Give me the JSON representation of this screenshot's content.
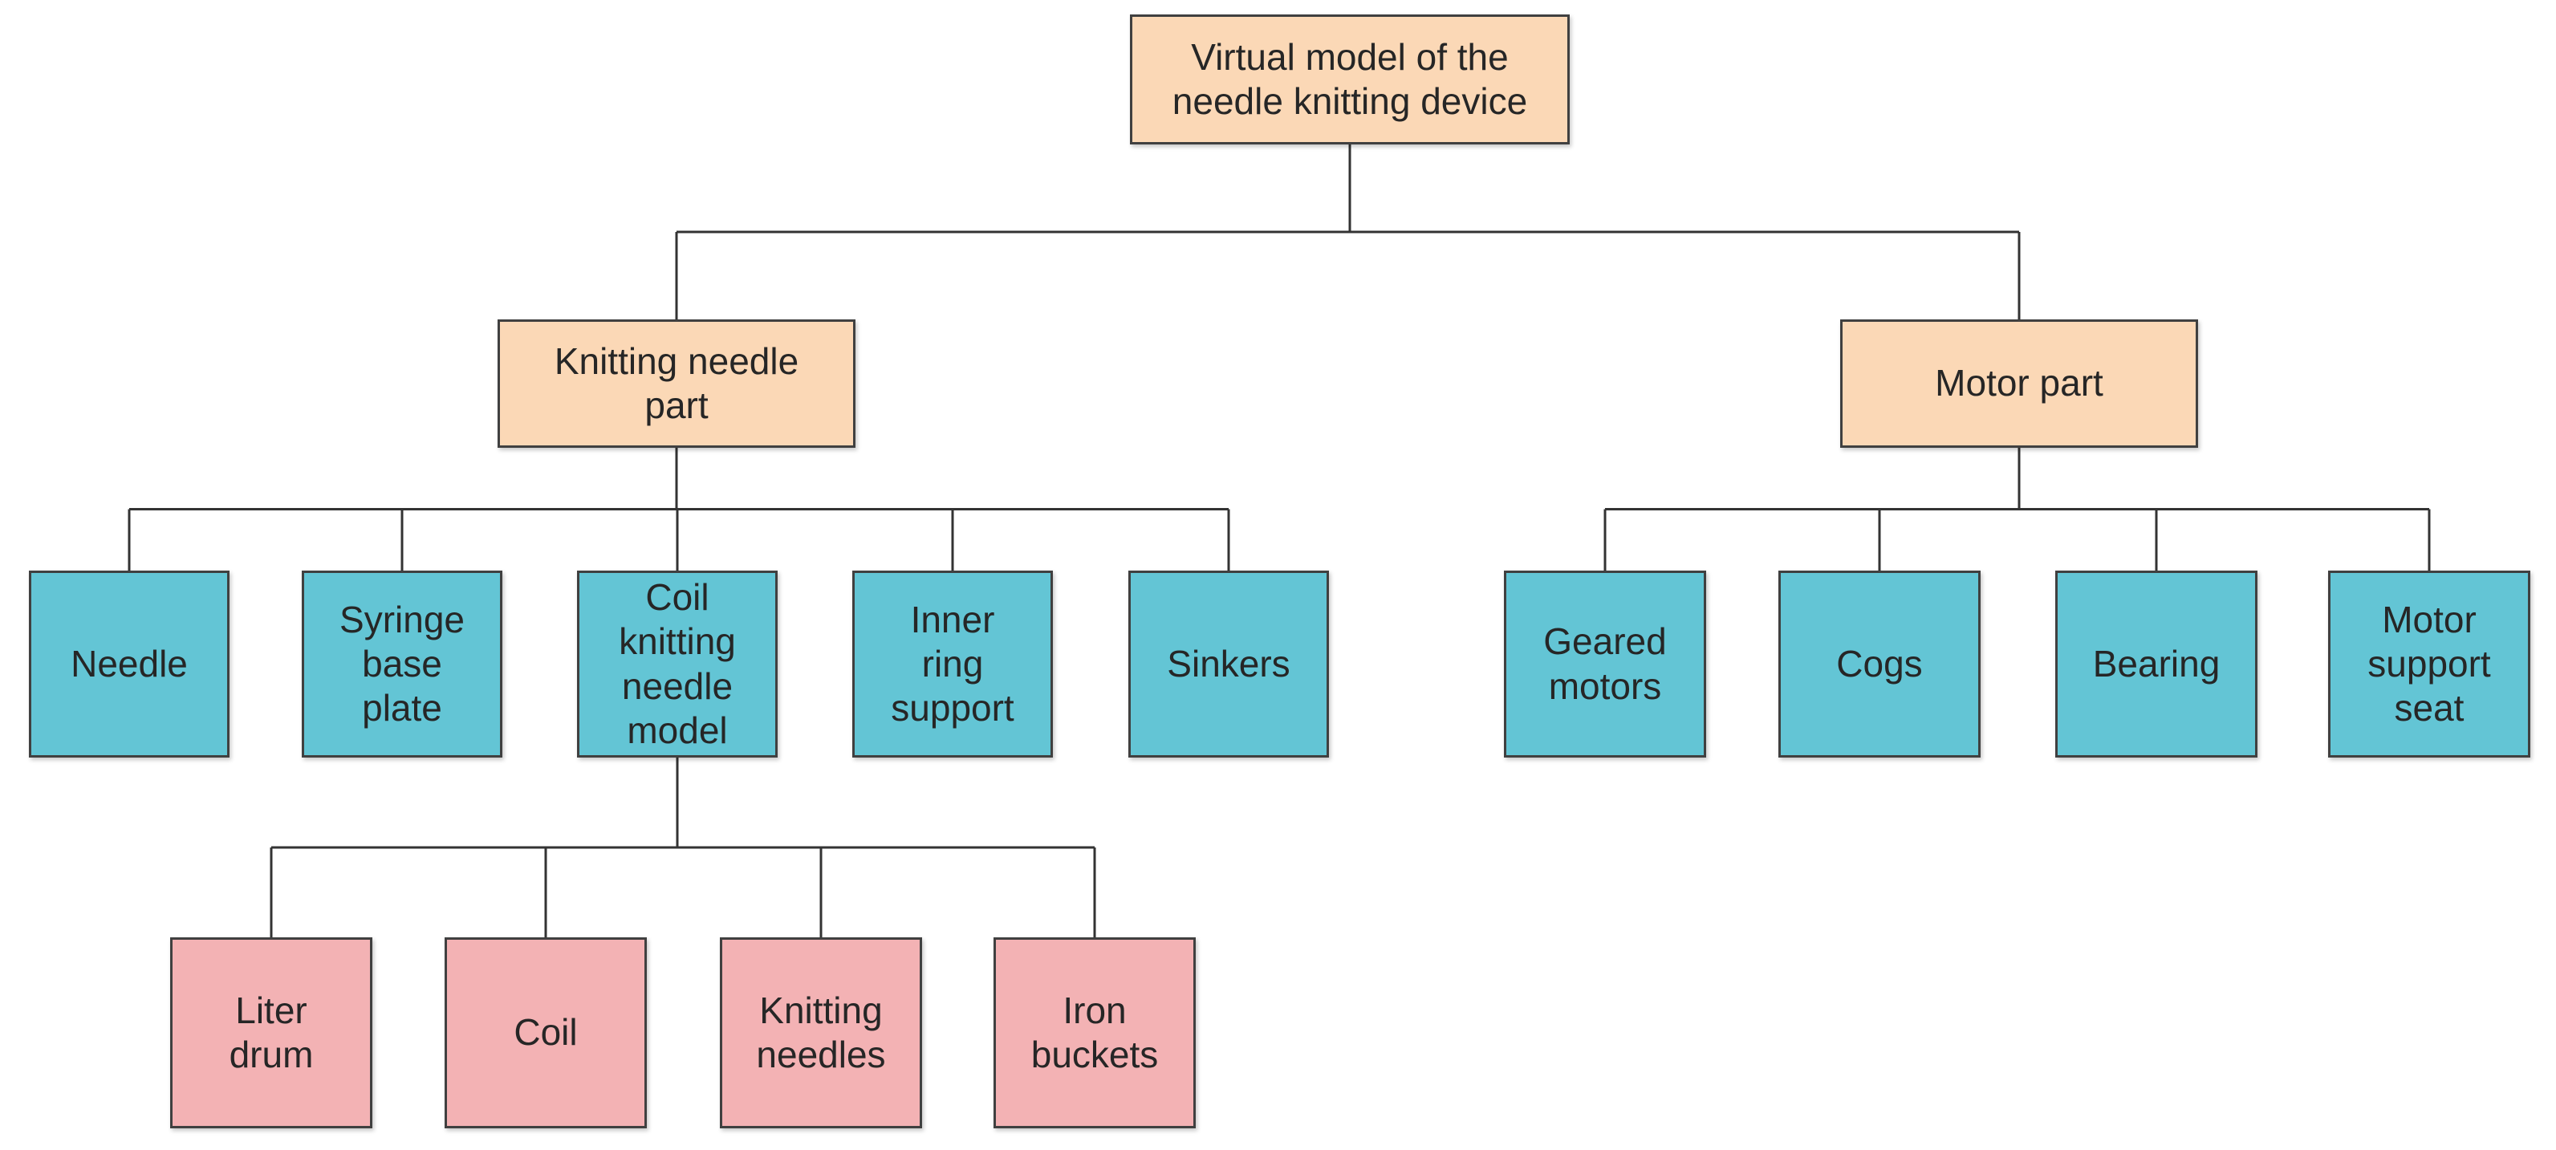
{
  "diagram": {
    "title": "Virtual model of the needle knitting device",
    "type": "org-chart-tree",
    "colors": {
      "level_fill": "#FBD8B6",
      "branch_fill": "#63C5D5",
      "leaf_fill": "#F3B2B4",
      "border": "#404040",
      "line": "#333333",
      "text": "#262626"
    },
    "nodes": [
      {
        "id": "root",
        "parent": null,
        "level": 1,
        "label": "Virtual model of the\nneedle knitting device"
      },
      {
        "id": "knitting",
        "parent": "root",
        "level": 2,
        "label": "Knitting needle\npart"
      },
      {
        "id": "motor",
        "parent": "root",
        "level": 2,
        "label": "Motor part"
      },
      {
        "id": "needle",
        "parent": "knitting",
        "level": 3,
        "label": "Needle"
      },
      {
        "id": "syringe",
        "parent": "knitting",
        "level": 3,
        "label": "Syringe\nbase\nplate"
      },
      {
        "id": "coil-model",
        "parent": "knitting",
        "level": 3,
        "label": "Coil\nknitting\nneedle\nmodel"
      },
      {
        "id": "inner-ring",
        "parent": "knitting",
        "level": 3,
        "label": "Inner\nring\nsupport"
      },
      {
        "id": "sinkers",
        "parent": "knitting",
        "level": 3,
        "label": "Sinkers"
      },
      {
        "id": "geared",
        "parent": "motor",
        "level": 3,
        "label": "Geared\nmotors"
      },
      {
        "id": "cogs",
        "parent": "motor",
        "level": 3,
        "label": "Cogs"
      },
      {
        "id": "bearing",
        "parent": "motor",
        "level": 3,
        "label": "Bearing"
      },
      {
        "id": "motor-seat",
        "parent": "motor",
        "level": 3,
        "label": "Motor\nsupport\nseat"
      },
      {
        "id": "liter-drum",
        "parent": "coil-model",
        "level": 4,
        "label": "Liter\ndrum"
      },
      {
        "id": "coil",
        "parent": "coil-model",
        "level": 4,
        "label": "Coil"
      },
      {
        "id": "knitting-needles",
        "parent": "coil-model",
        "level": 4,
        "label": "Knitting\nneedles"
      },
      {
        "id": "iron-buckets",
        "parent": "coil-model",
        "level": 4,
        "label": "Iron\nbuckets"
      }
    ]
  }
}
